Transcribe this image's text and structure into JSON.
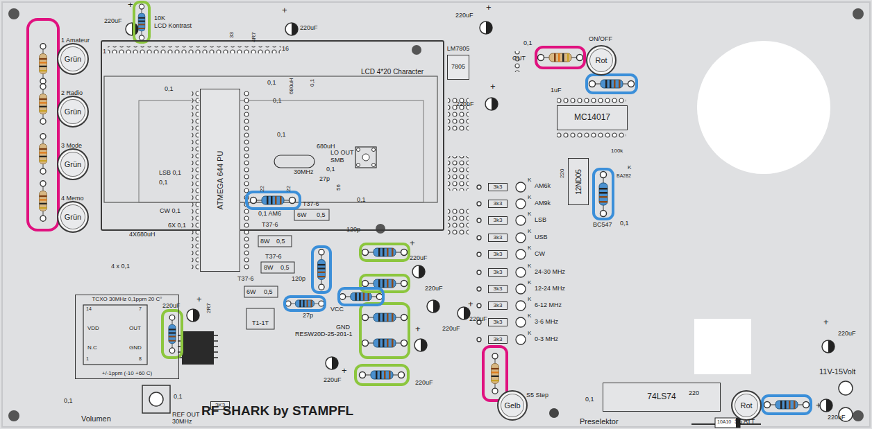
{
  "diagram": {
    "nodes": [
      {
        "text": [
          "LCD 4*20 Character"
        ]
      },
      {
        "text": [
          "ATMEGA 644 PU"
        ]
      },
      {
        "text": [
          "Grün"
        ]
      },
      {
        "text": [
          "Grün"
        ]
      },
      {
        "text": [
          "Grün"
        ]
      },
      {
        "text": [
          "Grün"
        ]
      },
      {
        "text": [
          "LM7805",
          "7805"
        ]
      },
      {
        "text": [
          "Rot"
        ]
      },
      {
        "text": [
          "MC14017"
        ]
      },
      {
        "text": [
          "12ND05"
        ]
      },
      {
        "text": [
          "TCXO 30MHz 0,1ppm 20 C°",
          "+/-1ppm (-10 +60 C)"
        ]
      },
      {
        "text": [
          "Gelb"
        ]
      },
      {
        "text": [
          "74LS74"
        ]
      },
      {
        "text": [
          "Rot"
        ]
      },
      {
        "text": [
          "3k3"
        ]
      },
      {
        "text": [
          "3k3"
        ]
      },
      {
        "text": [
          "3k3"
        ]
      },
      {
        "text": [
          "3k3"
        ]
      },
      {
        "text": [
          "3k3"
        ]
      },
      {
        "text": [
          "3k3"
        ]
      },
      {
        "text": [
          "3k3"
        ]
      },
      {
        "text": [
          "3k3"
        ]
      },
      {
        "text": [
          "3k3"
        ]
      },
      {
        "text": [
          "3k3"
        ]
      },
      {
        "text": [
          "3K3"
        ]
      }
    ],
    "labels": [
      "+",
      "220uF",
      "10K",
      "LCD Kontrast",
      "1",
      "16",
      "33",
      "4R7",
      "+",
      "220uF",
      "1 Amateur",
      "2 Radio",
      "3 Mode",
      "4 Memo",
      "0,1",
      "0,1",
      "0,1",
      "680uH",
      "0,1",
      "0,1",
      "680uH",
      "LSB 0,1",
      "0,1",
      "30MHz",
      "22",
      "22",
      "LO OUT",
      "SMB",
      "0,1",
      "27p",
      "56",
      "0,1",
      "CW 0,1",
      "6X 0,1",
      "4X680uH",
      "4 x 0,1",
      "T37-6",
      "0,1 AM6",
      "T37-6",
      "6W",
      "0,5",
      "120p",
      "8W",
      "0,5",
      "T37-6",
      "8W",
      "0,5",
      "120p",
      "T37-6",
      "6W",
      "0,5",
      "27p",
      "VCC",
      "GND",
      "RESW20D-25-201-1",
      "T1-1T",
      "220uF",
      "+",
      "2R7",
      "0,1",
      "0,1",
      "REF OUT",
      "30MHz",
      "Volumen",
      "RF SHARK by STAMPFL",
      "+",
      "220uF",
      "220uF",
      "+",
      "220uF",
      "+",
      "220uF",
      "220uF",
      "+",
      "220uF",
      "+",
      "220uF",
      "0,1",
      "OUT",
      "ON/OFF",
      "+",
      "220uF",
      "1uF",
      "100k",
      "BA282",
      "K",
      "220",
      "BC547",
      "0,1",
      "AM6k",
      "AM9k",
      "LSB",
      "USB",
      "CW",
      "24-30 MHz",
      "12-24 MHz",
      "6-12 MHz",
      "3-6 MHz",
      "0-3 MHz",
      "K",
      "K",
      "K",
      "K",
      "K",
      "K",
      "K",
      "K",
      "K",
      "K",
      "S5 Step",
      "Preselektor",
      "0,1",
      "220",
      "S6 ATT",
      "10A10",
      "+",
      "220uF",
      "11V-15Volt",
      "+",
      "220uF",
      "14",
      "7",
      "VDD",
      "OUT",
      "N.C",
      "GND",
      "1",
      "8"
    ]
  }
}
